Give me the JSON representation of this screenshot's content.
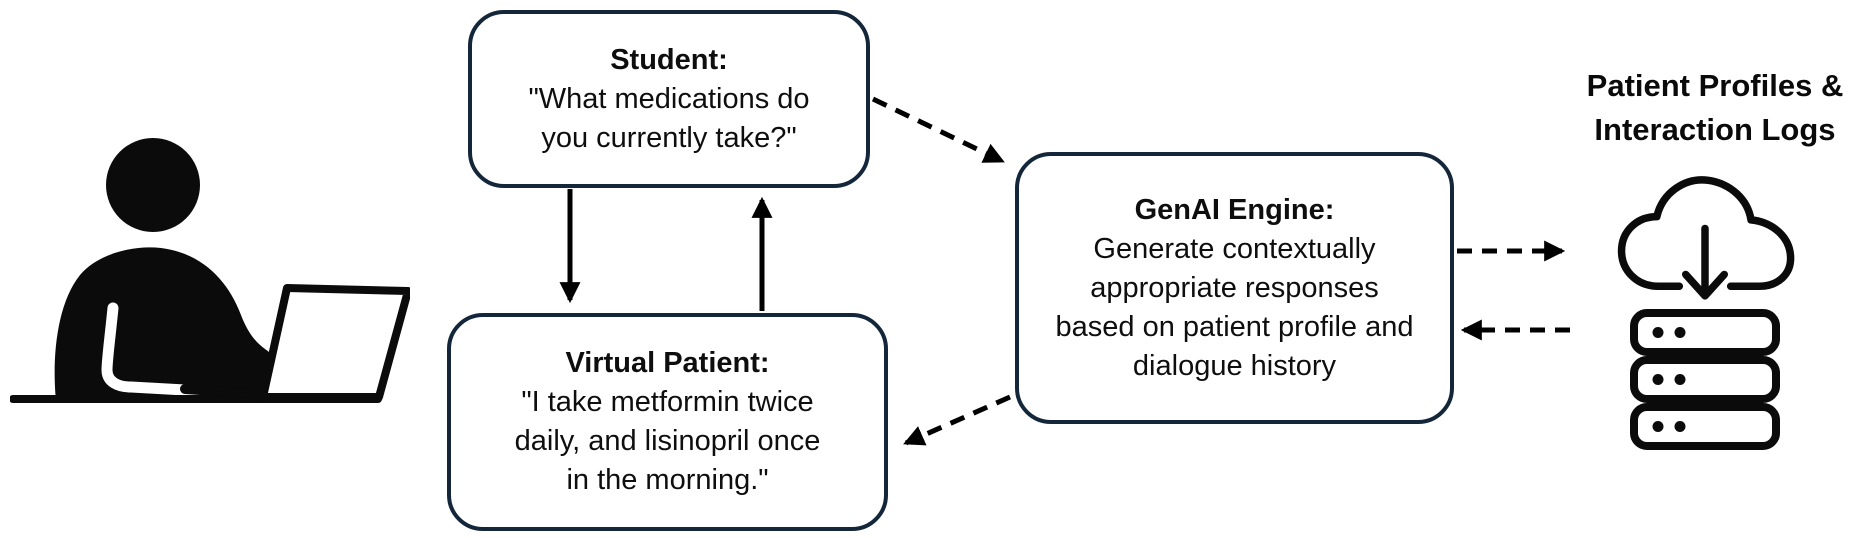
{
  "boxes": {
    "student": {
      "title": "Student:",
      "text": "\"What medications do\nyou currently take?\""
    },
    "virtual_patient": {
      "title": "Virtual Patient:",
      "text": "\"I take metformin twice\ndaily, and lisinopril once\nin the morning.\""
    },
    "genai_engine": {
      "title": "GenAI Engine:",
      "text": "Generate contextually\nappropriate responses\nbased on patient profile and\ndialogue history"
    }
  },
  "datastore": {
    "label": "Patient Profiles &\nInteraction Logs"
  },
  "icons": {
    "person": "person-at-laptop-icon",
    "cloud": "cloud-download-icon",
    "server": "server-icon"
  },
  "connections": [
    {
      "from": "student",
      "to": "virtual-patient",
      "style": "solid"
    },
    {
      "from": "virtual-patient",
      "to": "student",
      "style": "solid"
    },
    {
      "from": "student",
      "to": "genai-engine",
      "style": "dashed"
    },
    {
      "from": "genai-engine",
      "to": "virtual-patient",
      "style": "dashed"
    },
    {
      "from": "genai-engine",
      "to": "datastore",
      "style": "dashed"
    },
    {
      "from": "datastore",
      "to": "genai-engine",
      "style": "dashed"
    }
  ],
  "colors": {
    "box_border": "#14273a",
    "box_fill": "#ffffff",
    "text": "#0e0e0e",
    "arrow": "#000000",
    "icon": "#0b0b0b",
    "background": "#ffffff"
  }
}
